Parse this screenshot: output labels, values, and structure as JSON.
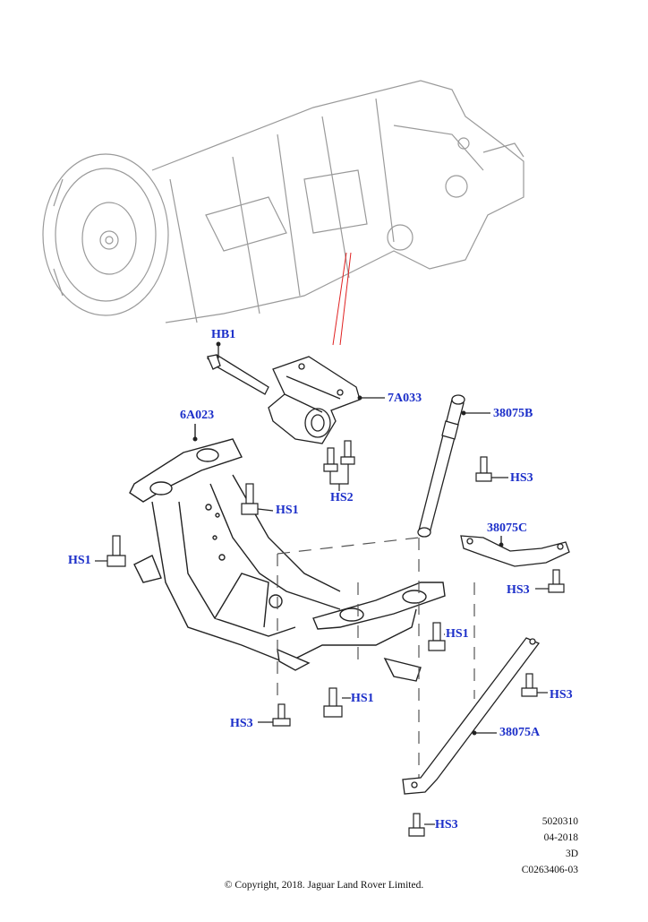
{
  "callouts": {
    "hb1": "HB1",
    "p7a033": "7A033",
    "p6a023": "6A023",
    "p38075b": "38075B",
    "hs3_a": "HS3",
    "hs1_a": "HS1",
    "hs2": "HS2",
    "hs1_left": "HS1",
    "p38075c": "38075C",
    "hs3_b": "HS3",
    "hs1_b": "HS1",
    "hs3_c": "HS3",
    "hs1_c": "HS1",
    "hs3_d": "HS3",
    "p38075a": "38075A",
    "hs3_e": "HS3"
  },
  "meta": {
    "line1": "5020310",
    "line2": "04-2018",
    "line3": "3D",
    "line4": "C0263406-03"
  },
  "copyright": "© Copyright, 2018. Jaguar Land Rover Limited.",
  "colors": {
    "callout": "#1b2ec9",
    "guide_line": "#e02020",
    "drawing": "#222222",
    "faint_drawing": "#9a9a9a"
  }
}
